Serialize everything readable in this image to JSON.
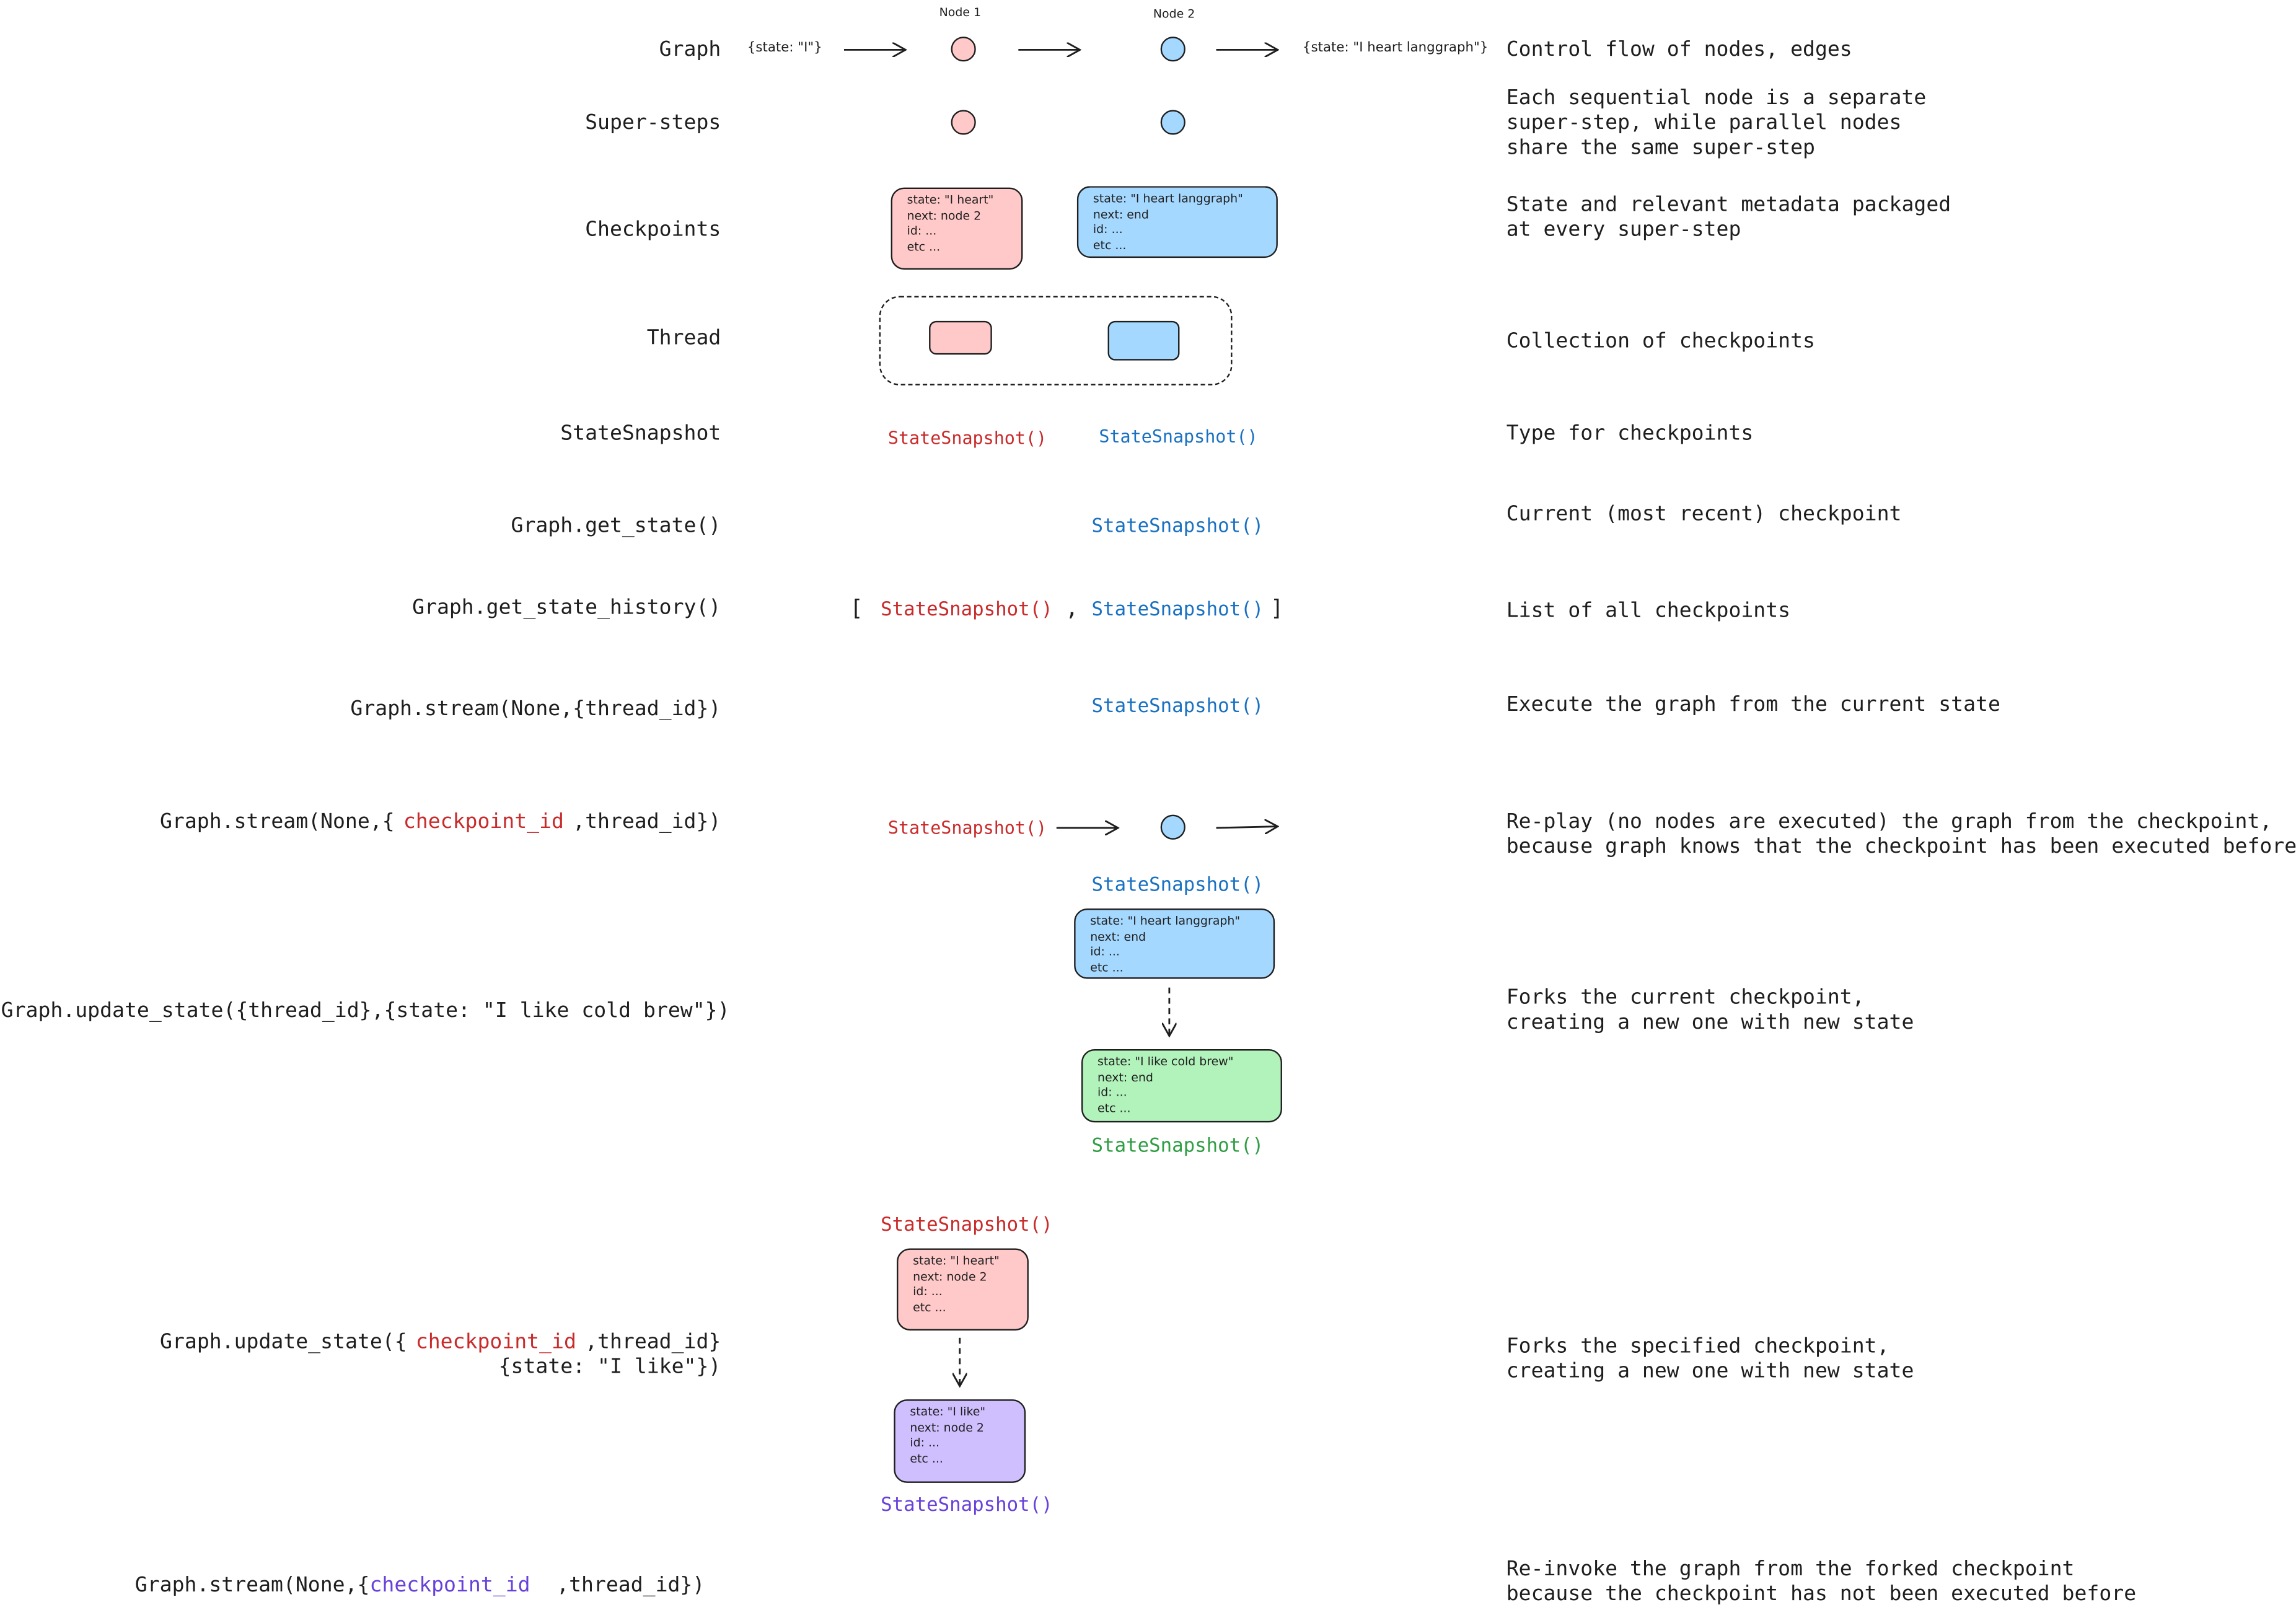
{
  "rows": {
    "graph": {
      "label": "Graph",
      "description": "Control flow of nodes, edges",
      "node1_label": "Node 1",
      "node2_label": "Node 2",
      "input_state": "{state: \"I\"}",
      "output_state": "{state: \"I heart langgraph\"}"
    },
    "supersteps": {
      "label": "Super-steps",
      "description": "Each sequential node is a separate\nsuper-step, while parallel nodes\nshare the same super-step"
    },
    "checkpoints": {
      "label": "Checkpoints",
      "description": "State and relevant metadata packaged\nat every super-step",
      "card1": "state: \"I heart\"\nnext: node 2\nid: ...\netc ...",
      "card2": "state: \"I heart langgraph\"\nnext: end\nid: ...\netc ..."
    },
    "thread": {
      "label": "Thread",
      "description": "Collection of checkpoints"
    },
    "statesnapshot": {
      "label": "StateSnapshot",
      "description": "Type for checkpoints",
      "snap_red": "StateSnapshot()",
      "snap_blue": "StateSnapshot()"
    },
    "get_state": {
      "label": "Graph.get_state()",
      "description": "Current (most recent) checkpoint",
      "snap_blue": "StateSnapshot()"
    },
    "get_state_history": {
      "label": "Graph.get_state_history()",
      "description": "List of all checkpoints",
      "open_bracket": "[",
      "comma": ",",
      "close_bracket": "]",
      "snap_red": "StateSnapshot()",
      "snap_blue": "StateSnapshot()"
    },
    "stream_thread": {
      "label": "Graph.stream(None,{thread_id})",
      "description": "Execute the graph from the current state",
      "snap_blue": "StateSnapshot()"
    },
    "stream_replay": {
      "label_prefix": "Graph.stream(None,{",
      "label_highlight": "checkpoint_id",
      "label_suffix": ",thread_id})",
      "description": "Re-play (no nodes are executed) the graph from the checkpoint,\nbecause graph knows that the checkpoint has been executed before",
      "snap_red": "StateSnapshot()"
    },
    "update_current": {
      "label": "Graph.update_state({thread_id},{state: \"I like cold brew\"})",
      "description": "Forks the current checkpoint,\ncreating a new one with new state",
      "snap_top": "StateSnapshot()",
      "card_top": "state: \"I heart langgraph\"\nnext: end\nid: ...\netc ...",
      "card_bottom": "state: \"I like cold brew\"\nnext: end\nid: ...\netc ...",
      "snap_bottom": "StateSnapshot()"
    },
    "update_specified": {
      "label_prefix": "Graph.update_state({",
      "label_highlight": "checkpoint_id",
      "label_suffix": ",thread_id}",
      "label_line2": "{state: \"I like\"})",
      "description": "Forks the specified checkpoint,\ncreating a new one with new state",
      "snap_top": "StateSnapshot()",
      "card_top": "state: \"I heart\"\nnext: node 2\nid: ...\netc ...",
      "card_bottom": "state: \"I like\"\nnext: node 2\nid: ...\netc ...",
      "snap_bottom": "StateSnapshot()"
    },
    "stream_fork": {
      "label_prefix": "Graph.stream(None,{",
      "label_highlight": "checkpoint_id",
      "label_suffix": ",thread_id})",
      "description": "Re-invoke the graph from the forked checkpoint\nbecause the checkpoint has not been executed before"
    }
  },
  "colors": {
    "red_text": "#c92a2a",
    "blue_text": "#1971c2",
    "green_text": "#2f9e44",
    "purple_text": "#6741d9",
    "pink_fill": "#ffc9c9",
    "blue_fill": "#a5d8ff",
    "green_fill": "#b2f2bb",
    "purple_fill": "#d0bfff"
  }
}
